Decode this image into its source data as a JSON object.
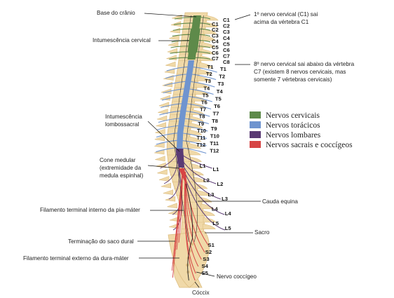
{
  "colors": {
    "cervical": "#5e8a4a",
    "thoracic": "#6f94cf",
    "lumbar": "#5a3a74",
    "sacral": "#d64444",
    "bone": "#f0d9a8",
    "bone_dark": "#dcbd80"
  },
  "labels": {
    "base_cranio": "Base do crânio",
    "intumescencia_cervical": "Intumescência cervical",
    "intumescencia_lombossacral_1": "Intumescência",
    "intumescencia_lombossacral_2": "lombossacral",
    "cone_medular_1": "Cone medular",
    "cone_medular_2": "(extremidade da",
    "cone_medular_3": "medula espinhal)",
    "filamento_interno": "Filamento terminal interno da pia-máter",
    "terminacao_saco": "Terminação do saco dural",
    "filamento_externo": "Filamento terminal externo da dura-máter",
    "coccix": "Cóccix",
    "cauda_equina": "Cauda equina",
    "sacro": "Sacro",
    "nervo_coccigeo": "Nervo coccígeo"
  },
  "notes": {
    "c1_line1": "1º nervo cervical (C1) sai",
    "c1_line2": "acima da vértebra C1",
    "c8_line1": "8º nervo cervical sai abaixo da vértebra",
    "c8_line2": "C7 (existem 8 nervos cervicais, mas",
    "c8_line3": "somente 7 vértebras cervicais)"
  },
  "legend": [
    {
      "label": "Nervos cervicais",
      "color": "#5e8a4a"
    },
    {
      "label": "Nervos torácicos",
      "color": "#6f94cf"
    },
    {
      "label": "Nervos lombares",
      "color": "#5a3a74"
    },
    {
      "label": "Nervos sacrais e coccígeos",
      "color": "#d64444"
    }
  ],
  "levels": {
    "cervical": [
      "C1",
      "C2",
      "C3",
      "C4",
      "C5",
      "C6",
      "C7",
      "C8"
    ],
    "cervical_vertebrae": [
      "C1",
      "C2",
      "C3",
      "C4",
      "C5",
      "C6",
      "C7"
    ],
    "thoracic_nerves": [
      "T1",
      "T2",
      "T3",
      "T4",
      "T5",
      "T6",
      "T7",
      "T8",
      "T9",
      "T10",
      "T11",
      "T12"
    ],
    "thoracic_vertebrae": [
      "T1",
      "T2",
      "T3",
      "T4",
      "T5",
      "T6",
      "T7",
      "T8",
      "T9",
      "T10",
      "T11",
      "T12"
    ],
    "lumbar_nerves": [
      "L1",
      "L2",
      "L3",
      "L4",
      "L5"
    ],
    "lumbar_vertebrae": [
      "L1",
      "L2",
      "L3",
      "L4",
      "L5"
    ],
    "sacral": [
      "S1",
      "S2",
      "S3",
      "S4",
      "S5"
    ]
  }
}
